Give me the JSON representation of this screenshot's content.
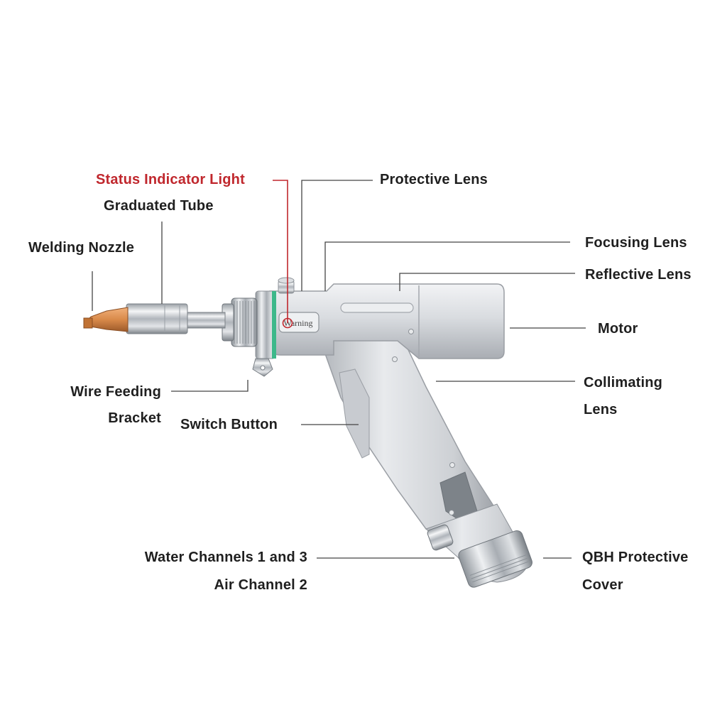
{
  "labels": {
    "status_indicator_light": "Status Indicator Light",
    "graduated_tube": "Graduated Tube",
    "welding_nozzle": "Welding Nozzle",
    "protective_lens": "Protective Lens",
    "focusing_lens": "Focusing Lens",
    "reflective_lens": "Reflective Lens",
    "motor": "Motor",
    "collimating_lens_line1": "Collimating",
    "collimating_lens_line2": "Lens",
    "wire_feeding_bracket_line1": "Wire Feeding",
    "wire_feeding_bracket_line2": "Bracket",
    "switch_button": "Switch Button",
    "water_channels_line1": "Water Channels 1 and 3",
    "water_channels_line2": "Air Channel 2",
    "qbh_protective_cover_line1": "QBH Protective",
    "qbh_protective_cover_line2": "Cover"
  },
  "device": {
    "warning_text": "Warning"
  },
  "colors": {
    "text": "#1f1f1f",
    "highlight": "#c0272d",
    "leader_line": "#444444",
    "body_metal": "#d4d7dc",
    "nozzle_copper": "#d98a4a",
    "ring_green": "#3db88a"
  }
}
